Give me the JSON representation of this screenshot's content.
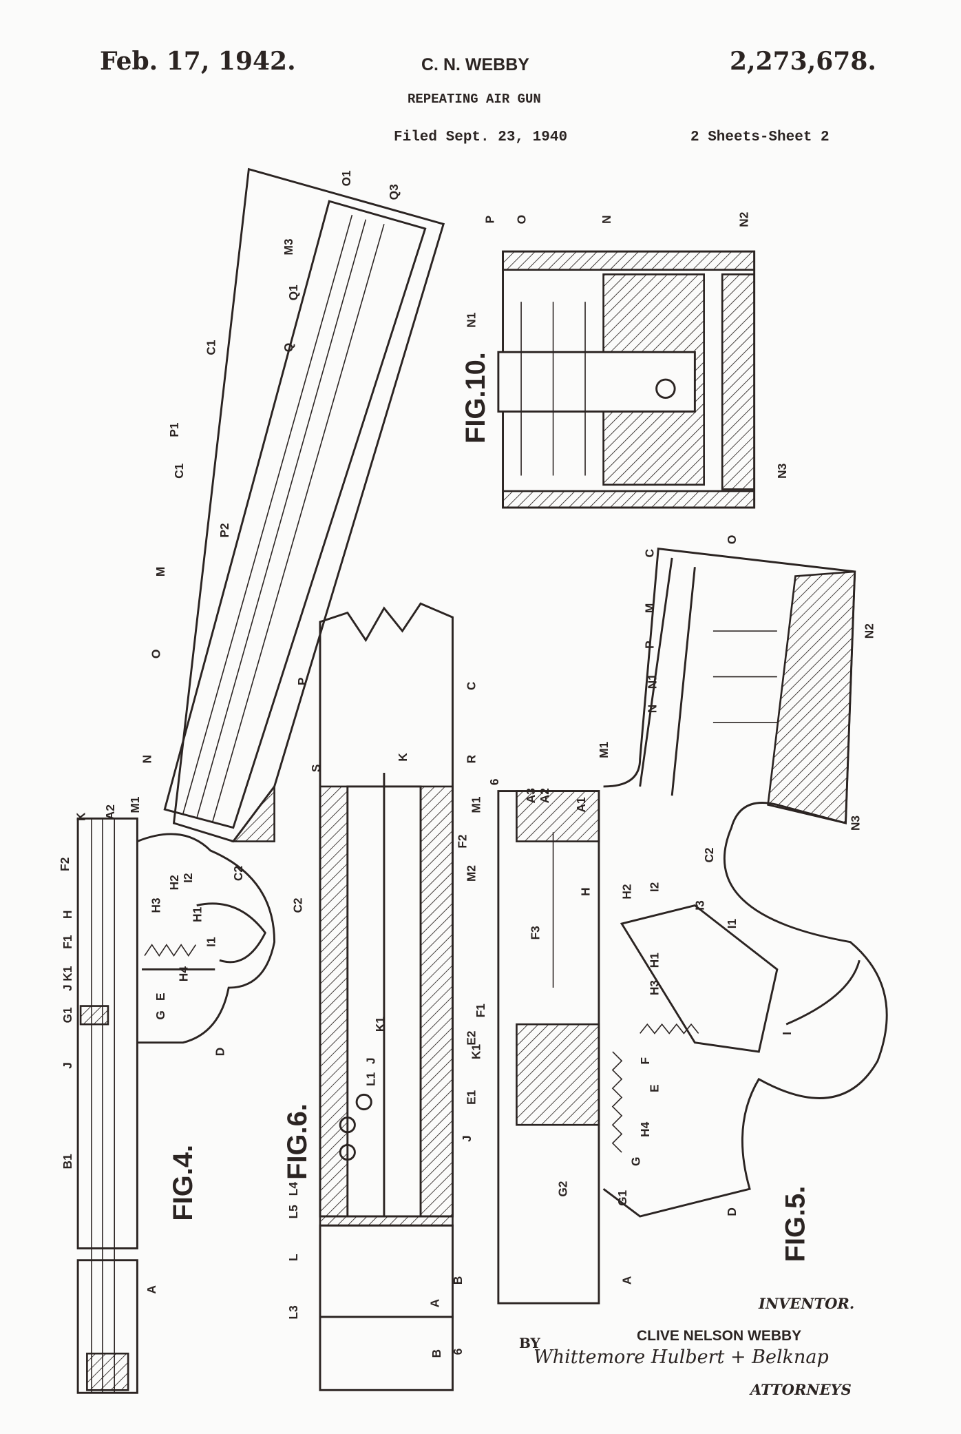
{
  "header": {
    "date": "Feb. 17, 1942.",
    "inventor_short": "C. N. WEBBY",
    "patent_number": "2,273,678.",
    "title": "REPEATING AIR GUN",
    "filed": "Filed Sept. 23, 1940",
    "sheets": "2 Sheets-Sheet 2"
  },
  "figures": [
    "FIG.4.",
    "FIG.5.",
    "FIG.6.",
    "FIG.10."
  ],
  "labels": [
    "K",
    "A2",
    "F2",
    "H",
    "F1",
    "J K1",
    "G1",
    "J",
    "B1",
    "A",
    "N",
    "M1",
    "C2",
    "H2",
    "H3",
    "I2",
    "H1",
    "H4",
    "E",
    "G",
    "I1",
    "D",
    "O1",
    "Q3",
    "M3",
    "Q1",
    "Q",
    "C1",
    "P1",
    "C1",
    "P2",
    "M",
    "O",
    "P",
    "P",
    "O",
    "N",
    "N2",
    "N1",
    "N3",
    "C",
    "O",
    "M",
    "P",
    "N1",
    "N",
    "N2",
    "M1",
    "N3",
    "C2",
    "I2",
    "I3",
    "I1",
    "H2",
    "H",
    "H1",
    "H3",
    "I",
    "F",
    "E",
    "H4",
    "G",
    "G1",
    "D",
    "A",
    "G2",
    "S",
    "R",
    "K",
    "C",
    "C2",
    "M1",
    "F2",
    "M2",
    "K1",
    "J",
    "L1",
    "L4",
    "L5",
    "L",
    "L3",
    "A",
    "B",
    "B",
    "6",
    "A3",
    "A2",
    "A1",
    "F3",
    "F1",
    "E2",
    "K1",
    "E1",
    "J",
    "6"
  ],
  "footer": {
    "inventor_heading": "INVENTOR.",
    "inventor_name": "CLIVE NELSON WEBBY",
    "by": "BY",
    "signature": "Whittemore Hulbert + Belknap",
    "attorneys": "ATTORNEYS"
  }
}
